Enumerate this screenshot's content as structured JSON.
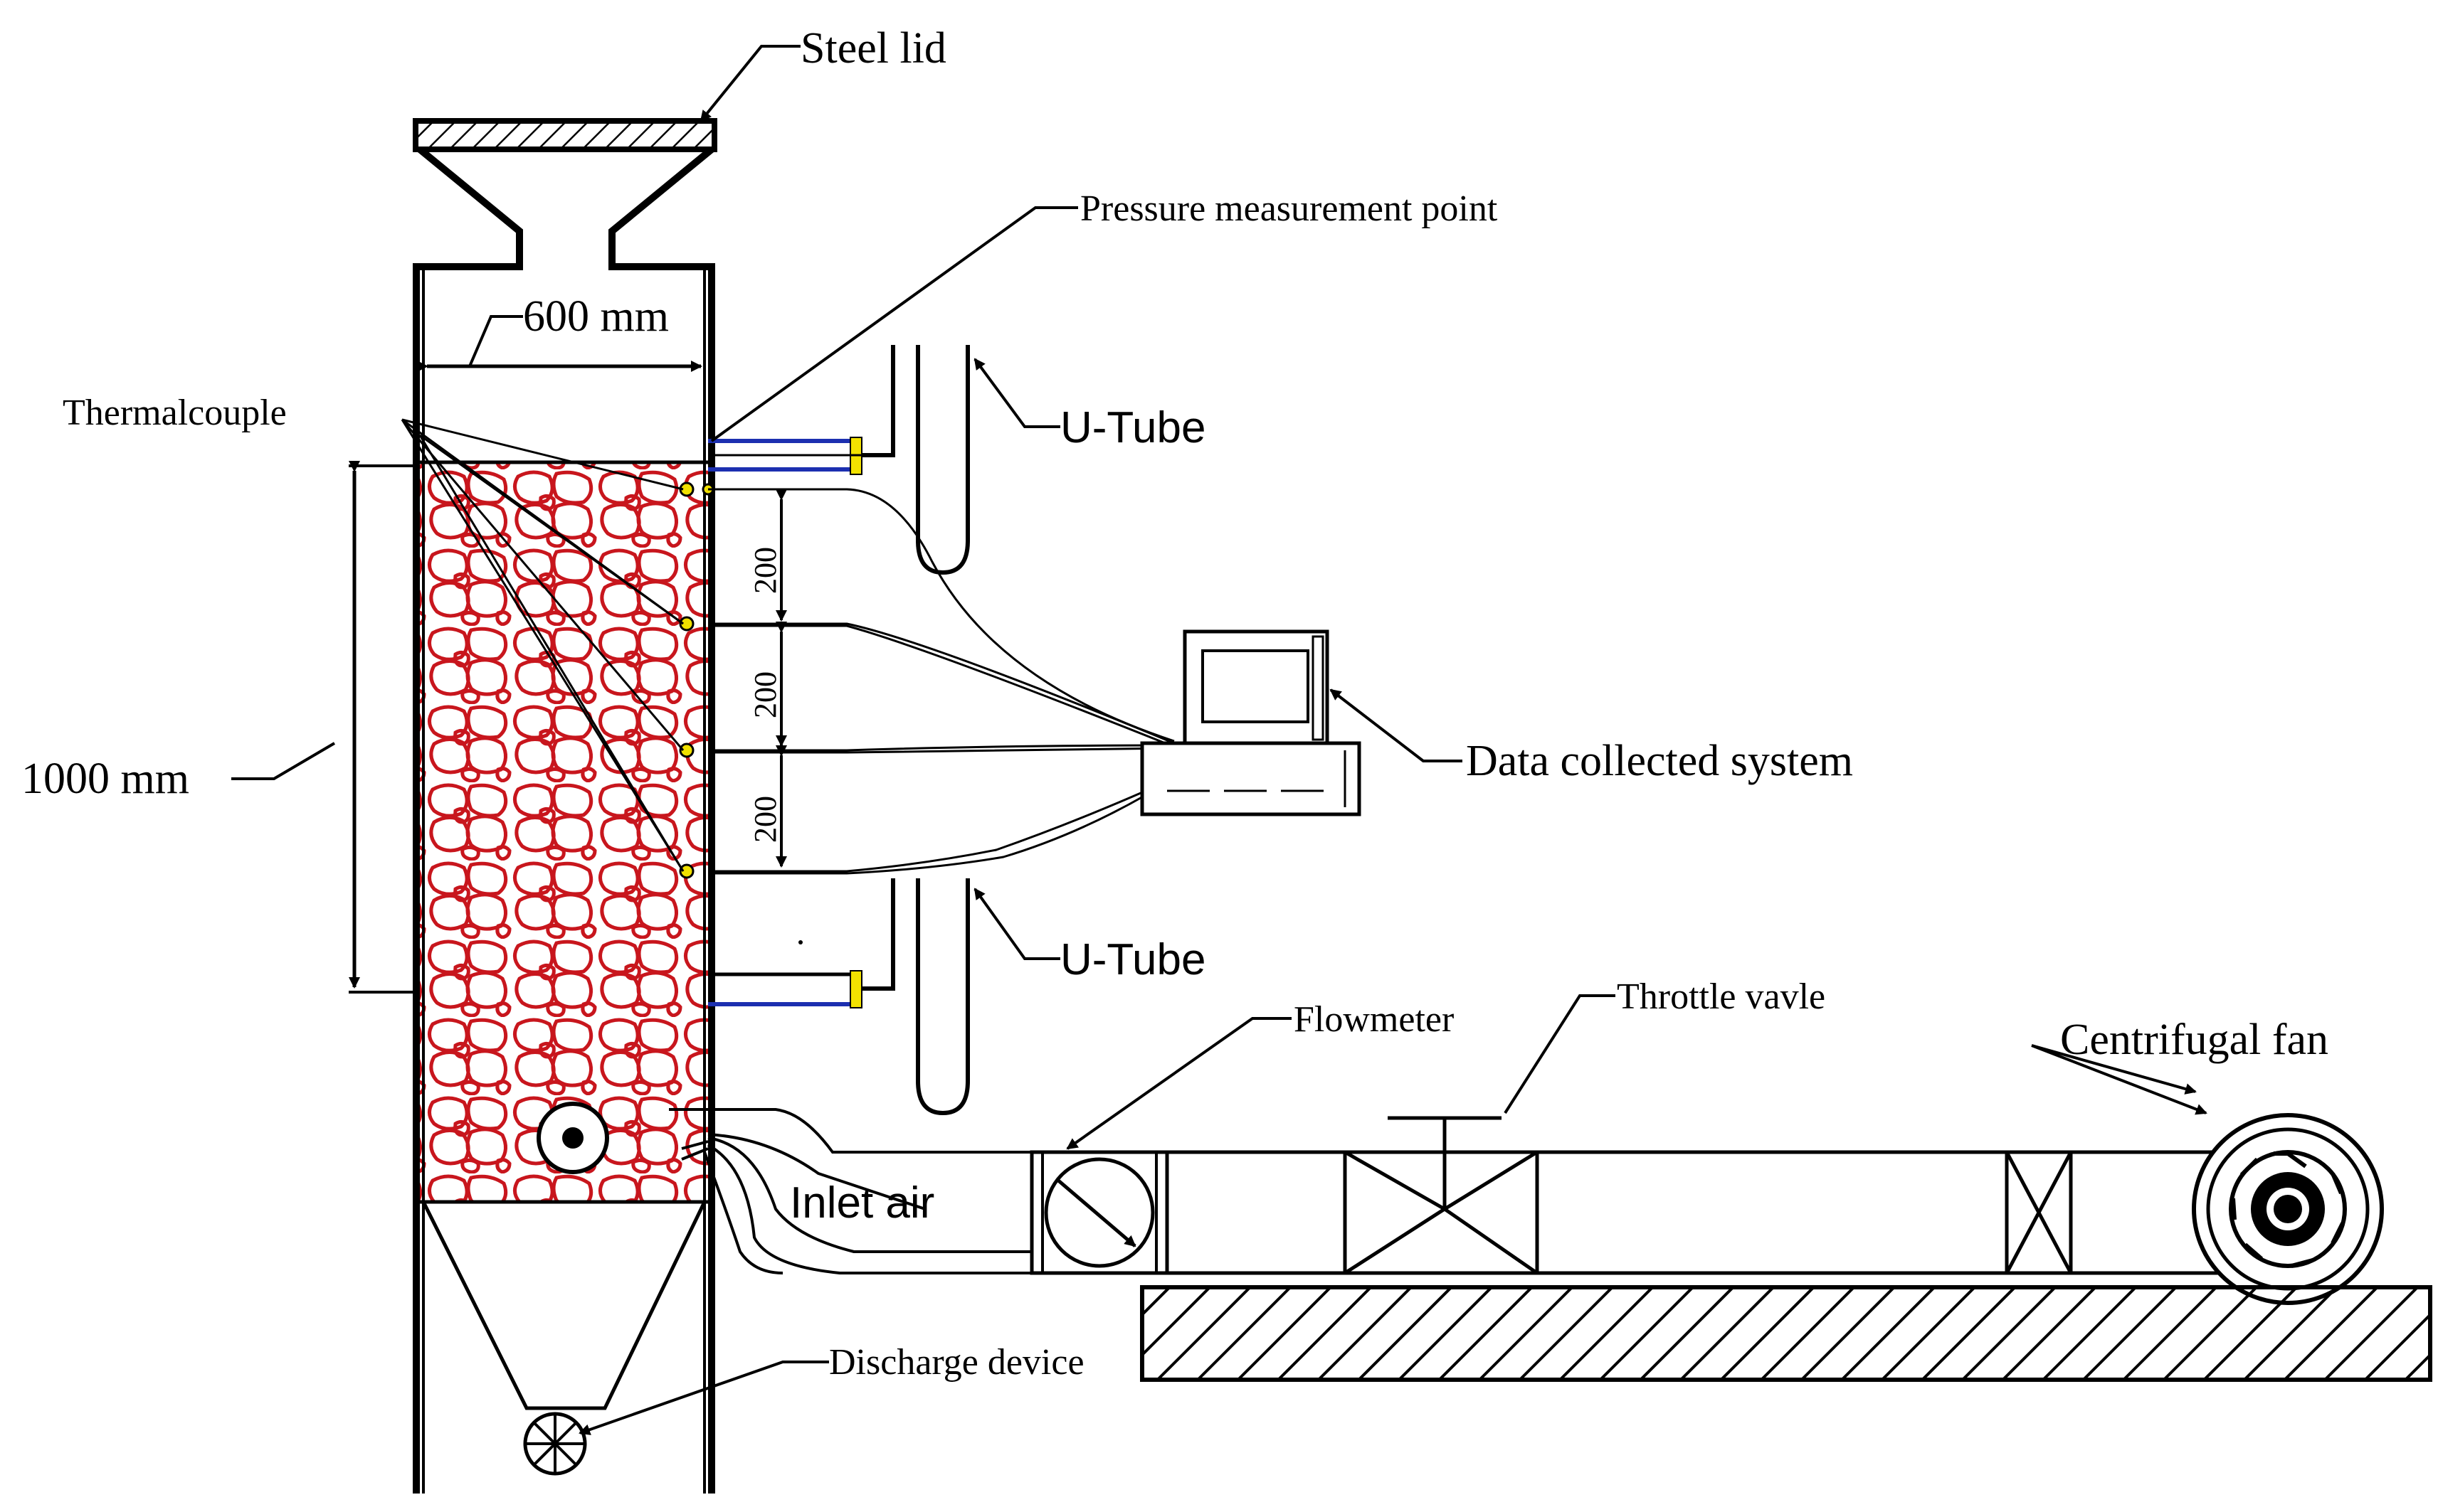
{
  "labels": {
    "steel_lid": "Steel lid",
    "pressure_point": "Pressure measurement point",
    "width_600": "600 mm",
    "thermocouple": "Thermalcouple",
    "u_tube_upper": "U-Tube",
    "u_tube_lower": "U-Tube",
    "height_1000": "1000 mm",
    "spacing_1": "200",
    "spacing_2": "200",
    "spacing_3": "200",
    "data_system": "Data collected system",
    "flowmeter": "Flowmeter",
    "throttle": "Throttle vavle",
    "fan": "Centrifugal fan",
    "inlet_air": "Inlet air",
    "discharge": "Discharge device"
  },
  "colors": {
    "packed_bed": "#c8161d",
    "pressure_tap_yellow": "#f2e200",
    "pressure_tap_blue": "#1c2fb0",
    "sensor_dot": "#f0e000",
    "line": "#000000"
  },
  "icons": {
    "computer": "computer-monitor-icon",
    "fan": "centrifugal-fan-icon",
    "discharge": "discharge-wheel-icon",
    "flowmeter": "flowmeter-dial-icon"
  }
}
